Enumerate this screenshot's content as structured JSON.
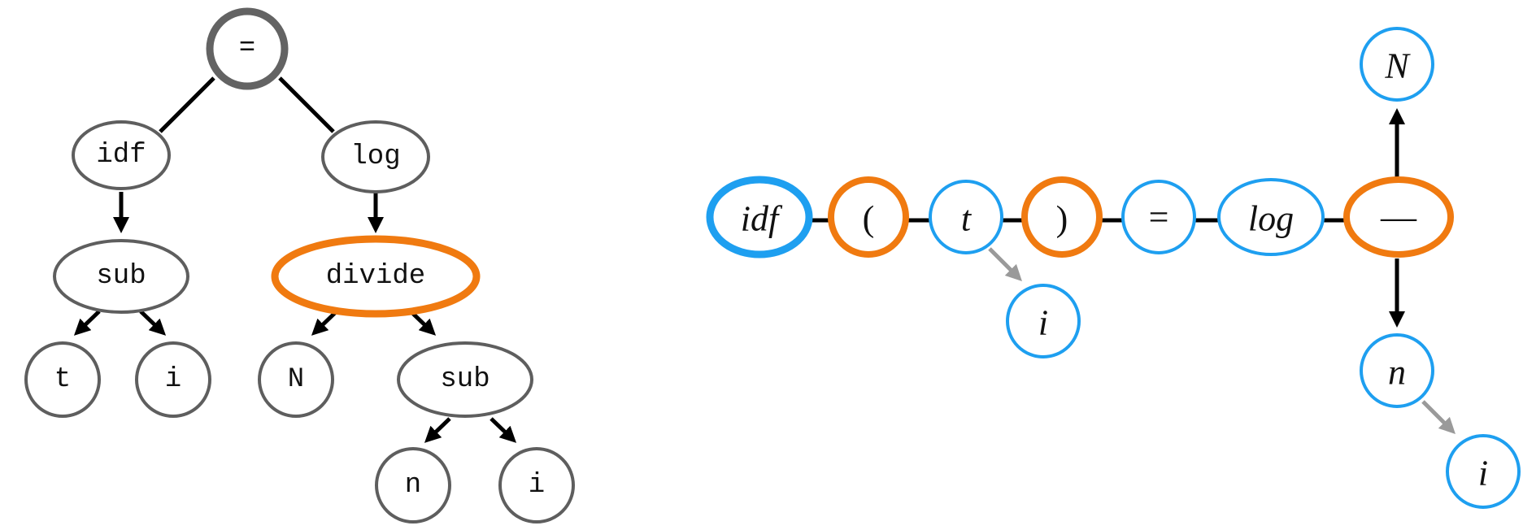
{
  "colors": {
    "node_gray": "#5e5e5e",
    "root_gray": "#636363",
    "orange": "#f07a10",
    "blue": "#1e9ff0",
    "edge_black": "#000000",
    "edge_gray": "#9a9a9a"
  },
  "tree": {
    "nodes": [
      {
        "id": "eq",
        "label": "="
      },
      {
        "id": "idf",
        "label": "idf"
      },
      {
        "id": "log",
        "label": "log"
      },
      {
        "id": "sub1",
        "label": "sub"
      },
      {
        "id": "div",
        "label": "divide"
      },
      {
        "id": "t",
        "label": "t"
      },
      {
        "id": "i1",
        "label": "i"
      },
      {
        "id": "N",
        "label": "N"
      },
      {
        "id": "sub2",
        "label": "sub"
      },
      {
        "id": "n",
        "label": "n"
      },
      {
        "id": "i2",
        "label": "i"
      }
    ]
  },
  "graph": {
    "nodes": [
      {
        "id": "g_idf",
        "label": "idf"
      },
      {
        "id": "g_lp",
        "label": "("
      },
      {
        "id": "g_t",
        "label": "t"
      },
      {
        "id": "g_rp",
        "label": ")"
      },
      {
        "id": "g_eq",
        "label": "="
      },
      {
        "id": "g_log",
        "label": "log"
      },
      {
        "id": "g_frac",
        "label": "—"
      },
      {
        "id": "g_i1",
        "label": "i"
      },
      {
        "id": "g_N",
        "label": "N"
      },
      {
        "id": "g_n",
        "label": "n"
      },
      {
        "id": "g_i2",
        "label": "i"
      }
    ]
  }
}
